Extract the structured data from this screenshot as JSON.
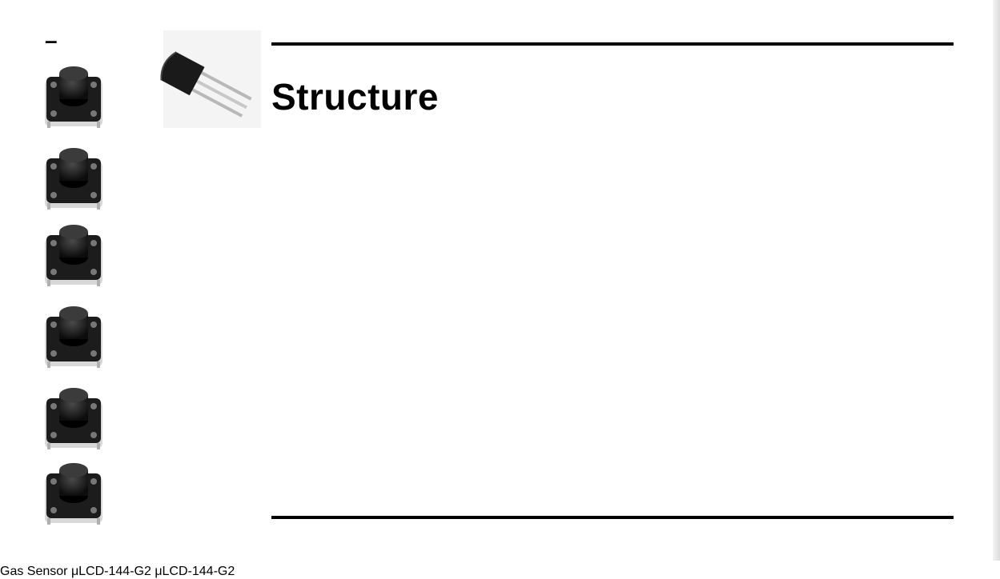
{
  "slide": {
    "title": "Structure",
    "corner_mark": "–"
  },
  "labels": {
    "gas_sensor_text": "Gas Sensor",
    "lcd_text": "μLCD-144-G2",
    "lcd_back_text": "μLCD-144-G2"
  },
  "colors": {
    "pcb_blue": "#1a3f9c",
    "pcb_red": "#a8222a",
    "firebase_orange": "#f6820c",
    "firebase_yellow": "#fcca3f",
    "raspberry_green": "#2a8a3a",
    "monitor_teal": "#1b6f8e"
  },
  "icons": [
    "pushbutton-icon",
    "temperature-sensor-icon",
    "microcontroller-board-icon",
    "gas-sensor-icon",
    "lcd-display-icon",
    "usb-cable-icon",
    "raspberry-pi-icon",
    "firebase-icon",
    "dashboard-monitor-icon"
  ]
}
